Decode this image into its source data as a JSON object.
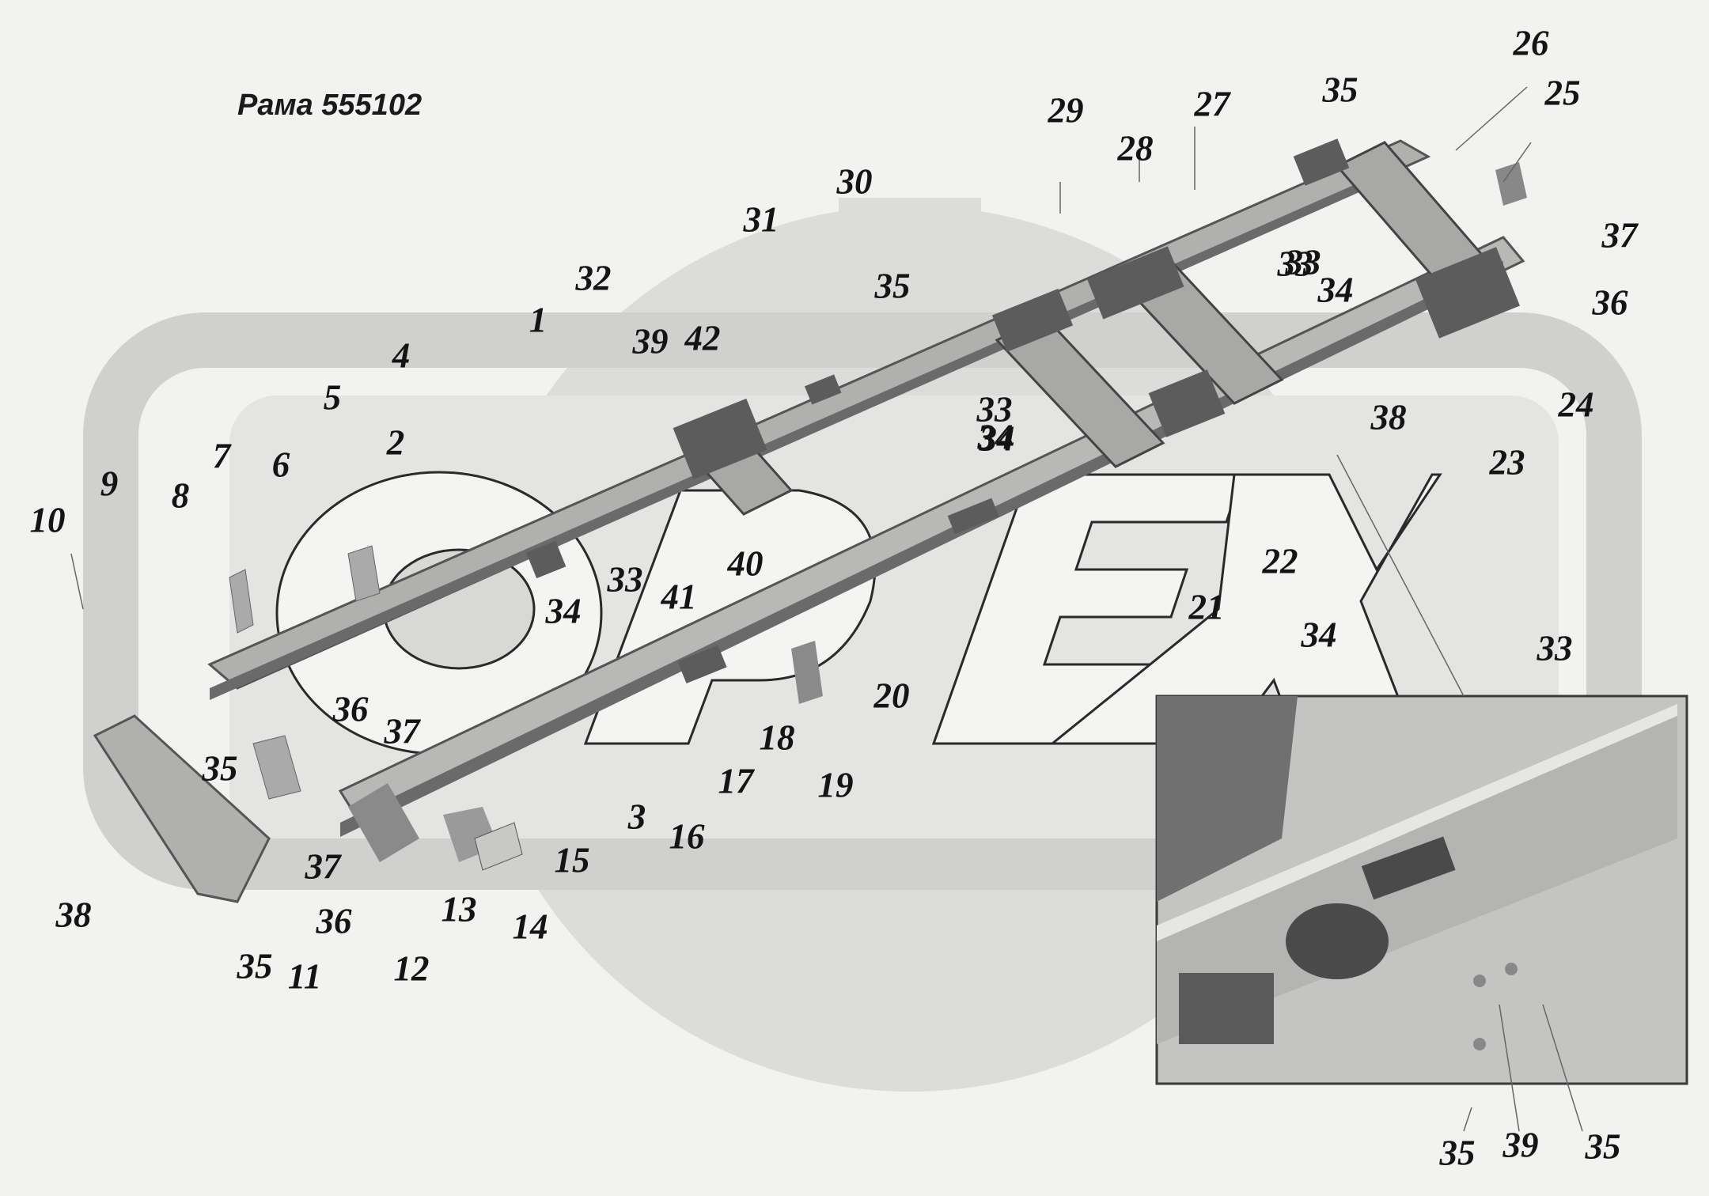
{
  "title": "Рама 555102",
  "watermark": "OPEX",
  "colors": {
    "background": "#f2f2f0",
    "watermark": "#d4d4d2",
    "frame_light": "#b8b8b6",
    "frame_dark": "#5a5a5a",
    "callout": "#141414"
  },
  "callouts": [
    {
      "label": "1"
    },
    {
      "label": "2"
    },
    {
      "label": "3"
    },
    {
      "label": "4"
    },
    {
      "label": "5"
    },
    {
      "label": "6"
    },
    {
      "label": "7"
    },
    {
      "label": "8"
    },
    {
      "label": "9"
    },
    {
      "label": "10"
    },
    {
      "label": "11"
    },
    {
      "label": "12"
    },
    {
      "label": "13"
    },
    {
      "label": "14"
    },
    {
      "label": "15"
    },
    {
      "label": "16"
    },
    {
      "label": "17"
    },
    {
      "label": "18"
    },
    {
      "label": "19"
    },
    {
      "label": "20"
    },
    {
      "label": "21"
    },
    {
      "label": "22"
    },
    {
      "label": "23"
    },
    {
      "label": "24"
    },
    {
      "label": "25"
    },
    {
      "label": "26"
    },
    {
      "label": "27"
    },
    {
      "label": "28"
    },
    {
      "label": "29"
    },
    {
      "label": "30"
    },
    {
      "label": "31"
    },
    {
      "label": "32"
    },
    {
      "label": "33"
    },
    {
      "label": "33"
    },
    {
      "label": "33"
    },
    {
      "label": "33"
    },
    {
      "label": "34"
    },
    {
      "label": "34"
    },
    {
      "label": "34"
    },
    {
      "label": "34"
    },
    {
      "label": "35"
    },
    {
      "label": "35"
    },
    {
      "label": "35"
    },
    {
      "label": "35"
    },
    {
      "label": "35"
    },
    {
      "label": "35"
    },
    {
      "label": "36"
    },
    {
      "label": "36"
    },
    {
      "label": "36"
    },
    {
      "label": "37"
    },
    {
      "label": "37"
    },
    {
      "label": "37"
    },
    {
      "label": "38"
    },
    {
      "label": "38"
    },
    {
      "label": "39"
    },
    {
      "label": "39"
    },
    {
      "label": "40"
    },
    {
      "label": "41"
    },
    {
      "label": "42"
    },
    {
      "label": "33"
    },
    {
      "label": "34"
    }
  ]
}
